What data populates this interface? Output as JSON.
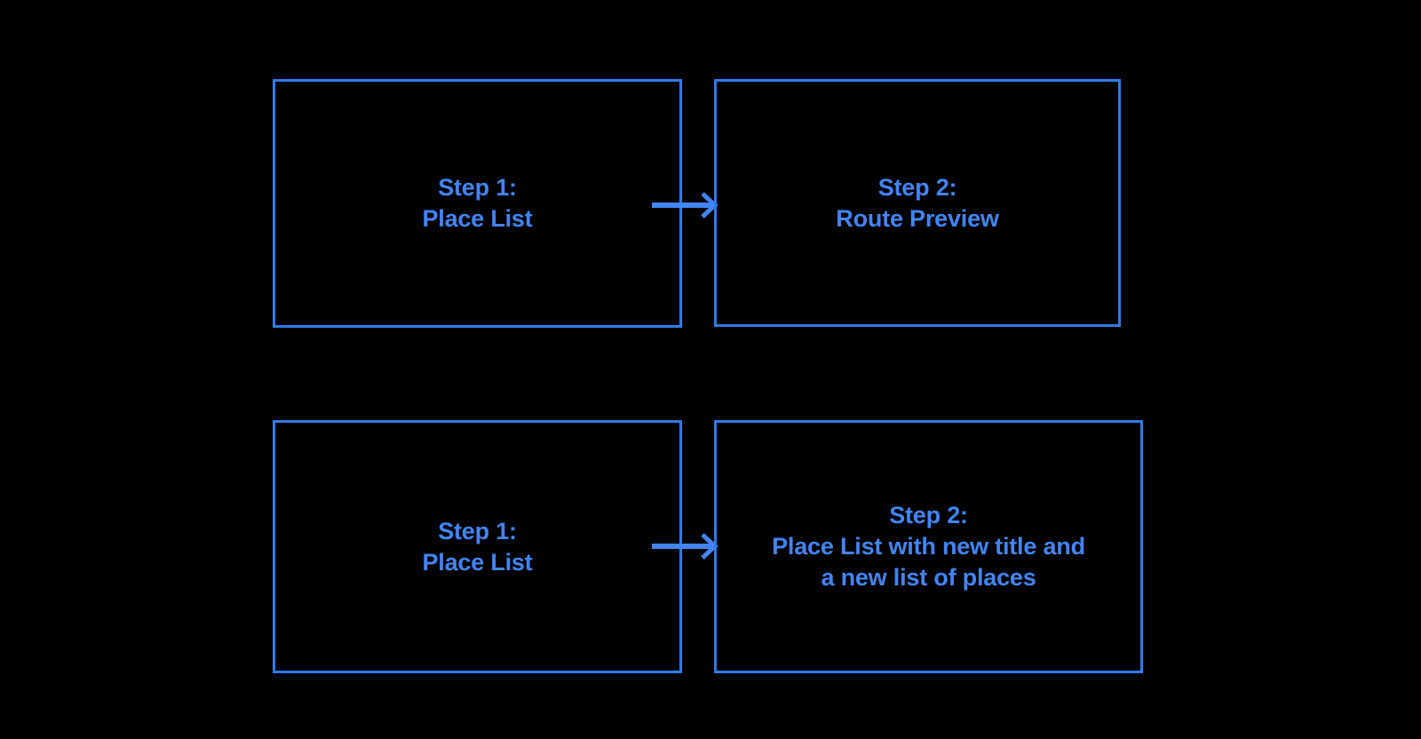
{
  "diagram": {
    "background_color": "#000000",
    "accent_color": "#4285f4",
    "border_color": "#2f7be8",
    "rows": [
      {
        "id": "flow-route-preview",
        "boxes": [
          {
            "name": "step-1-place-list",
            "label": "Step 1:\nPlace List"
          },
          {
            "name": "step-2-route-preview",
            "label": "Step 2:\nRoute Preview"
          }
        ],
        "connector": {
          "name": "arrow-right-icon",
          "direction": "right"
        }
      },
      {
        "id": "flow-place-list-updated",
        "boxes": [
          {
            "name": "step-1-place-list",
            "label": "Step 1:\nPlace List"
          },
          {
            "name": "step-2-place-list-updated",
            "label": "Step 2:\nPlace List with new title and\na new list of places"
          }
        ],
        "connector": {
          "name": "arrow-right-icon",
          "direction": "right"
        }
      }
    ]
  }
}
